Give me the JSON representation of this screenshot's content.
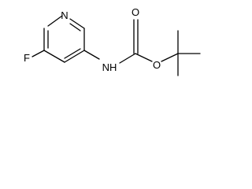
{
  "molecule": {
    "atoms": {
      "ring_nitrogen": "N",
      "fluorine": "F",
      "amine": "NH",
      "carbonyl_oxygen": "O",
      "ester_oxygen": "O"
    }
  }
}
